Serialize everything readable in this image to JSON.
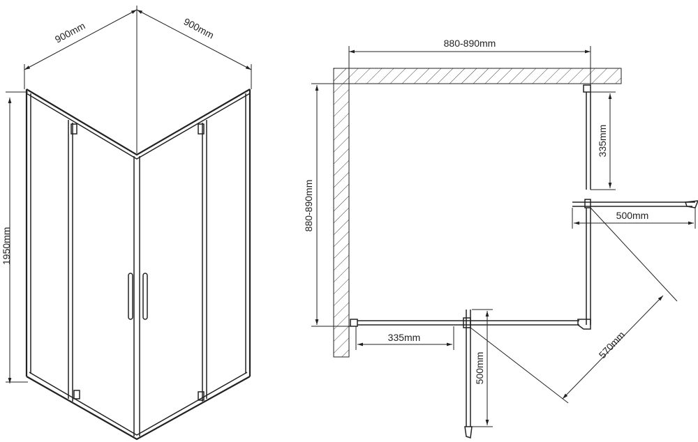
{
  "colors": {
    "line": "#222222",
    "hatch": "#444444",
    "background": "#ffffff"
  },
  "isometric_view": {
    "width_left": "900mm",
    "width_right": "900mm",
    "height": "1950mm"
  },
  "plan_view": {
    "top_width": "880-890mm",
    "left_height": "880-890mm",
    "right_fixed_panel": "335mm",
    "right_door_opening": "500mm",
    "bottom_fixed_panel": "335mm",
    "bottom_door_opening": "500mm",
    "diagonal_entry": "570mm"
  }
}
